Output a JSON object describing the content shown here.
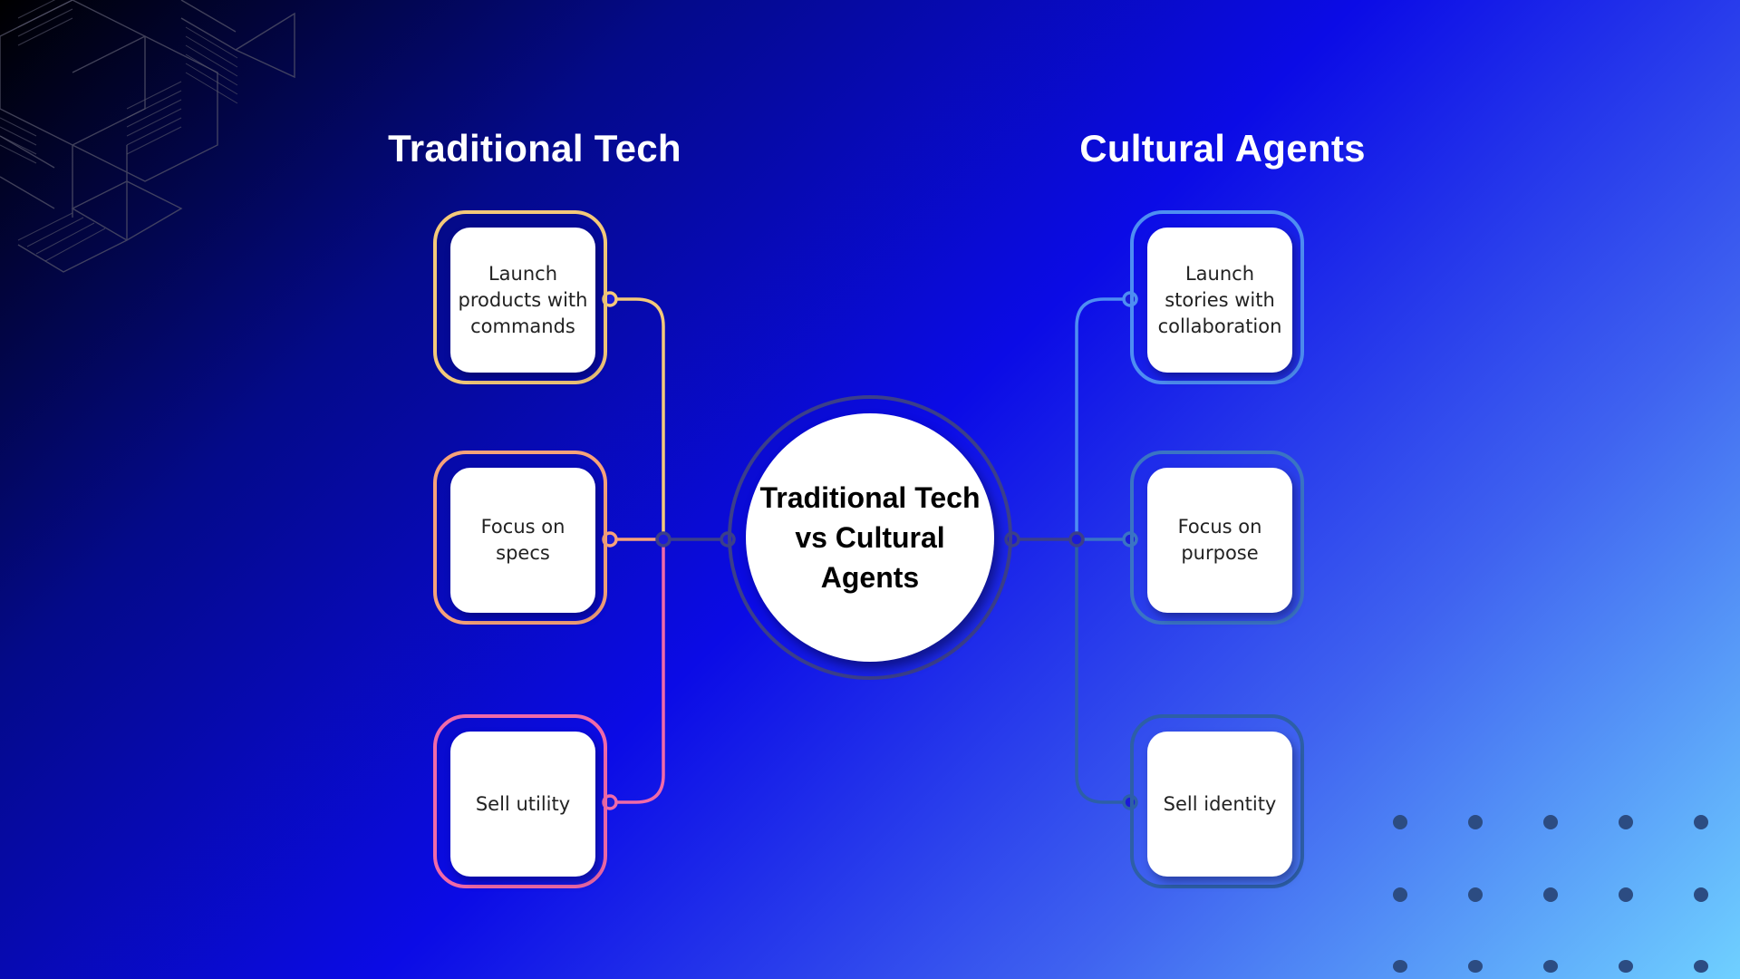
{
  "center": {
    "label": "Traditional Tech vs Cultural Agents"
  },
  "left": {
    "heading": "Traditional Tech",
    "items": [
      {
        "label": "Launch products with commands",
        "color": "#f4c97a"
      },
      {
        "label": "Focus on specs",
        "color": "#f6a27a"
      },
      {
        "label": "Sell utility",
        "color": "#f06aa8"
      }
    ]
  },
  "right": {
    "heading": "Cultural Agents",
    "items": [
      {
        "label": "Launch stories with collaboration",
        "color": "#4e8ef2"
      },
      {
        "label": "Focus on purpose",
        "color": "#3a74c4"
      },
      {
        "label": "Sell identity",
        "color": "#2d5fa6"
      }
    ]
  },
  "colors": {
    "hub_ring": "#3b3f8a",
    "dots": "#2c4c82",
    "geometry": "#5a5a6a"
  }
}
